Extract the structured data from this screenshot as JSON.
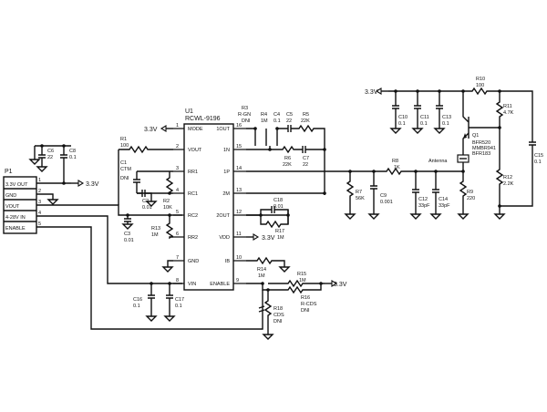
{
  "connector": {
    "ref": "P1",
    "labels": [
      "3.3V OUT",
      "GND",
      "VOUT",
      "4-28V IN",
      "ENABLE"
    ],
    "pins": [
      "1",
      "2",
      "3",
      "4",
      "5"
    ]
  },
  "ic": {
    "ref": "U1",
    "part": "RCWL-9196",
    "left_pins": [
      {
        "num": "1",
        "name": "MODE"
      },
      {
        "num": "2",
        "name": "VOUT"
      },
      {
        "num": "3",
        "name": "RR1"
      },
      {
        "num": "4",
        "name": "RC1"
      },
      {
        "num": "5",
        "name": "RC2"
      },
      {
        "num": "6",
        "name": "RR2"
      },
      {
        "num": "7",
        "name": "GND"
      },
      {
        "num": "8",
        "name": "VIN"
      }
    ],
    "right_pins": [
      {
        "num": "16",
        "name": "1OUT"
      },
      {
        "num": "15",
        "name": "1N"
      },
      {
        "num": "14",
        "name": "1P"
      },
      {
        "num": "13",
        "name": "2M"
      },
      {
        "num": "12",
        "name": "2OUT"
      },
      {
        "num": "11",
        "name": "VDD"
      },
      {
        "num": "10",
        "name": "IB"
      },
      {
        "num": "9",
        "name": "ENABLE"
      }
    ]
  },
  "rails": {
    "v33": "3.3V"
  },
  "components": {
    "C6": {
      "ref": "C6",
      "val": "22"
    },
    "C8": {
      "ref": "C8",
      "val": "0.1"
    },
    "R1": {
      "ref": "R1",
      "val": "100"
    },
    "C1": {
      "ref": "C1",
      "val": "CTM",
      "note": "DNI"
    },
    "C2": {
      "ref": "C2",
      "val": "0.01"
    },
    "R2": {
      "ref": "R2",
      "val": "10K"
    },
    "C3": {
      "ref": "C3",
      "val": "0.01"
    },
    "R13": {
      "ref": "R13",
      "val": "1M"
    },
    "R3": {
      "ref": "R3",
      "val": "R-GN",
      "note": "DNI"
    },
    "R4": {
      "ref": "R4",
      "val": "1M"
    },
    "C4": {
      "ref": "C4",
      "val": "0.1"
    },
    "C5": {
      "ref": "C5",
      "val": "22"
    },
    "R5": {
      "ref": "R5",
      "val": "22K"
    },
    "R6": {
      "ref": "R6",
      "val": "22K"
    },
    "C7": {
      "ref": "C7",
      "val": "22"
    },
    "C18": {
      "ref": "C18",
      "val": "0.01"
    },
    "R17": {
      "ref": "R17",
      "val": "1M"
    },
    "R14": {
      "ref": "R14",
      "val": "1M"
    },
    "R15": {
      "ref": "R15",
      "val": "1M"
    },
    "R16": {
      "ref": "R16",
      "val": "R-CDS",
      "note": "DNI"
    },
    "R18": {
      "ref": "R18",
      "val": "CDS",
      "note": "DNI"
    },
    "C16": {
      "ref": "C16",
      "val": "0.1"
    },
    "C17": {
      "ref": "C17",
      "val": "0.1"
    },
    "R7": {
      "ref": "R7",
      "val": "56K"
    },
    "C9": {
      "ref": "C9",
      "val": "0.001"
    },
    "R8": {
      "ref": "R8",
      "val": "1K"
    },
    "C12": {
      "ref": "C12",
      "val": "33pF"
    },
    "C14": {
      "ref": "C14",
      "val": "33pF"
    },
    "R9": {
      "ref": "R9",
      "val": "220"
    },
    "C10": {
      "ref": "C10",
      "val": "0.1"
    },
    "C11": {
      "ref": "C11",
      "val": "0.1"
    },
    "C13": {
      "ref": "C13",
      "val": "0.1"
    },
    "R10": {
      "ref": "R10",
      "val": "100"
    },
    "R11": {
      "ref": "R11",
      "val": "4.7K"
    },
    "R12": {
      "ref": "R12",
      "val": "2.2K"
    },
    "C15": {
      "ref": "C15",
      "val": "0.1"
    }
  },
  "transistor": {
    "ref": "Q1",
    "parts": [
      "BFR520",
      "MMBR941",
      "BFR183"
    ]
  },
  "antenna": {
    "label": "Antenna"
  }
}
